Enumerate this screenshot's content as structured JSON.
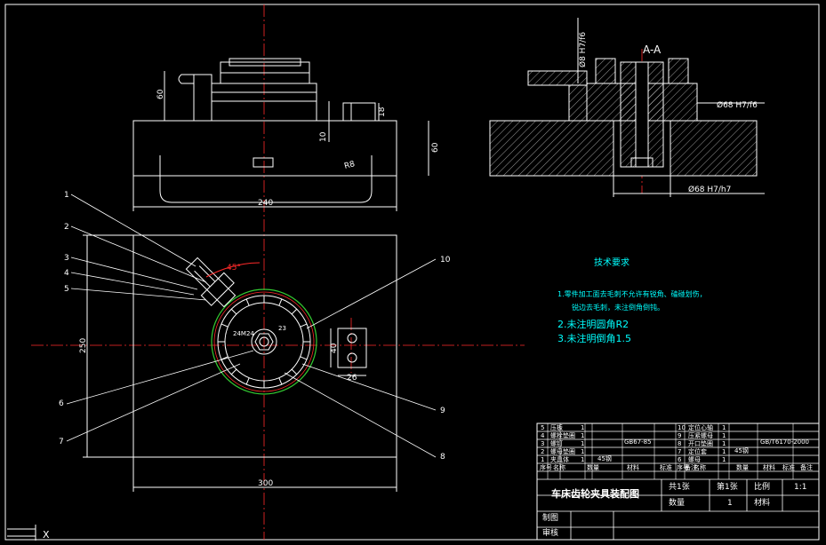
{
  "drawing": {
    "title": "车床齿轮夹具装配图",
    "section_label": "A-A",
    "colors": {
      "lines": "#ffffff",
      "centerlines": "#ff2a2a",
      "notes": "#00ffff",
      "background": "#000000"
    }
  },
  "dimensions": {
    "front_height_top": "60",
    "front_height_right": "60",
    "front_width": "240",
    "front_small_10": "10",
    "front_small_18": "18",
    "front_r8": "R8",
    "plan_width": "300",
    "plan_height": "250",
    "angle": "45°",
    "block_40": "40",
    "block_26": "26",
    "hole_label": "24M24",
    "center_label": "23",
    "sec_fit_vertical": "Ø8 H7/f6",
    "sec_fit_right": "Ø68 H7/f6",
    "sec_fit_bottom": "Ø68 H7/h7"
  },
  "balloons": [
    "1",
    "2",
    "3",
    "4",
    "5",
    "6",
    "7",
    "8",
    "9",
    "10"
  ],
  "tech_notes": {
    "title": "技术要求",
    "line1": "1.零件加工面去毛刺不允许有锐角、磕碰划伤，",
    "line1b": "锐边去毛刺，未注倒角倒钝。",
    "line2": "2.未注明圆角R2",
    "line3": "3.未注明倒角1.5"
  },
  "title_block": {
    "sheet_total": "共1张",
    "sheet_no": "第1张",
    "scale_label": "比例",
    "scale_value": "1:1",
    "qty_label": "数量",
    "qty_value": "1",
    "material_label": "材料",
    "drawn_label": "制图",
    "check_label": "审核",
    "std1": "GB67-85",
    "std2": "GB/T6170-2000",
    "mat1": "45钢",
    "mat2": "45钢",
    "header_left": [
      "序号",
      "名称",
      "数量",
      "材料",
      "标准",
      "备注"
    ],
    "header_right": [
      "序号",
      "名称",
      "数量",
      "材料",
      "标准",
      "备注"
    ],
    "rows_left": [
      {
        "no": "5",
        "name": "压板",
        "qty": "1"
      },
      {
        "no": "4",
        "name": "螺栓垫圈",
        "qty": "1"
      },
      {
        "no": "3",
        "name": "螺钉",
        "qty": "1"
      },
      {
        "no": "2",
        "name": "螺母垫圈",
        "qty": "1"
      },
      {
        "no": "1",
        "name": "夹具体",
        "qty": "1"
      }
    ],
    "rows_right": [
      {
        "no": "10",
        "name": "定位心轴",
        "qty": "1"
      },
      {
        "no": "9",
        "name": "压紧螺母",
        "qty": "1"
      },
      {
        "no": "8",
        "name": "开口垫圈",
        "qty": "1"
      },
      {
        "no": "7",
        "name": "定位套",
        "qty": "1"
      },
      {
        "no": "6",
        "name": "螺母",
        "qty": "1"
      }
    ]
  },
  "ucs": {
    "x": "X"
  }
}
